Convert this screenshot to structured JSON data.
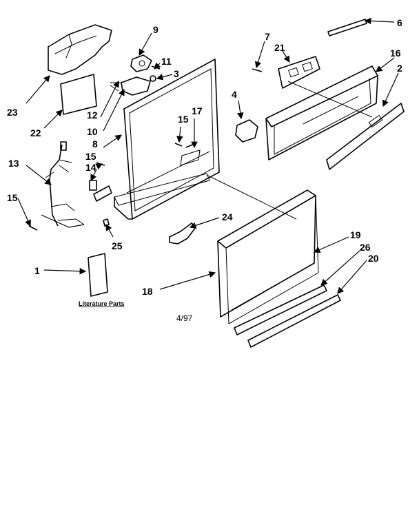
{
  "callouts": {
    "c1": "1",
    "c2": "2",
    "c3": "3",
    "c4": "4",
    "c6": "6",
    "c7": "7",
    "c8": "8",
    "c9": "9",
    "c10": "10",
    "c11": "11",
    "c12": "12",
    "c13": "13",
    "c14": "14",
    "c15a": "15",
    "c15b": "15",
    "c15c": "15",
    "c16": "16",
    "c17": "17",
    "c18": "18",
    "c19": "19",
    "c20": "20",
    "c21": "21",
    "c22": "22",
    "c23": "23",
    "c24": "24",
    "c25": "25",
    "c26": "26"
  },
  "literature_label": "Literature Parts",
  "date_code": "4/97"
}
